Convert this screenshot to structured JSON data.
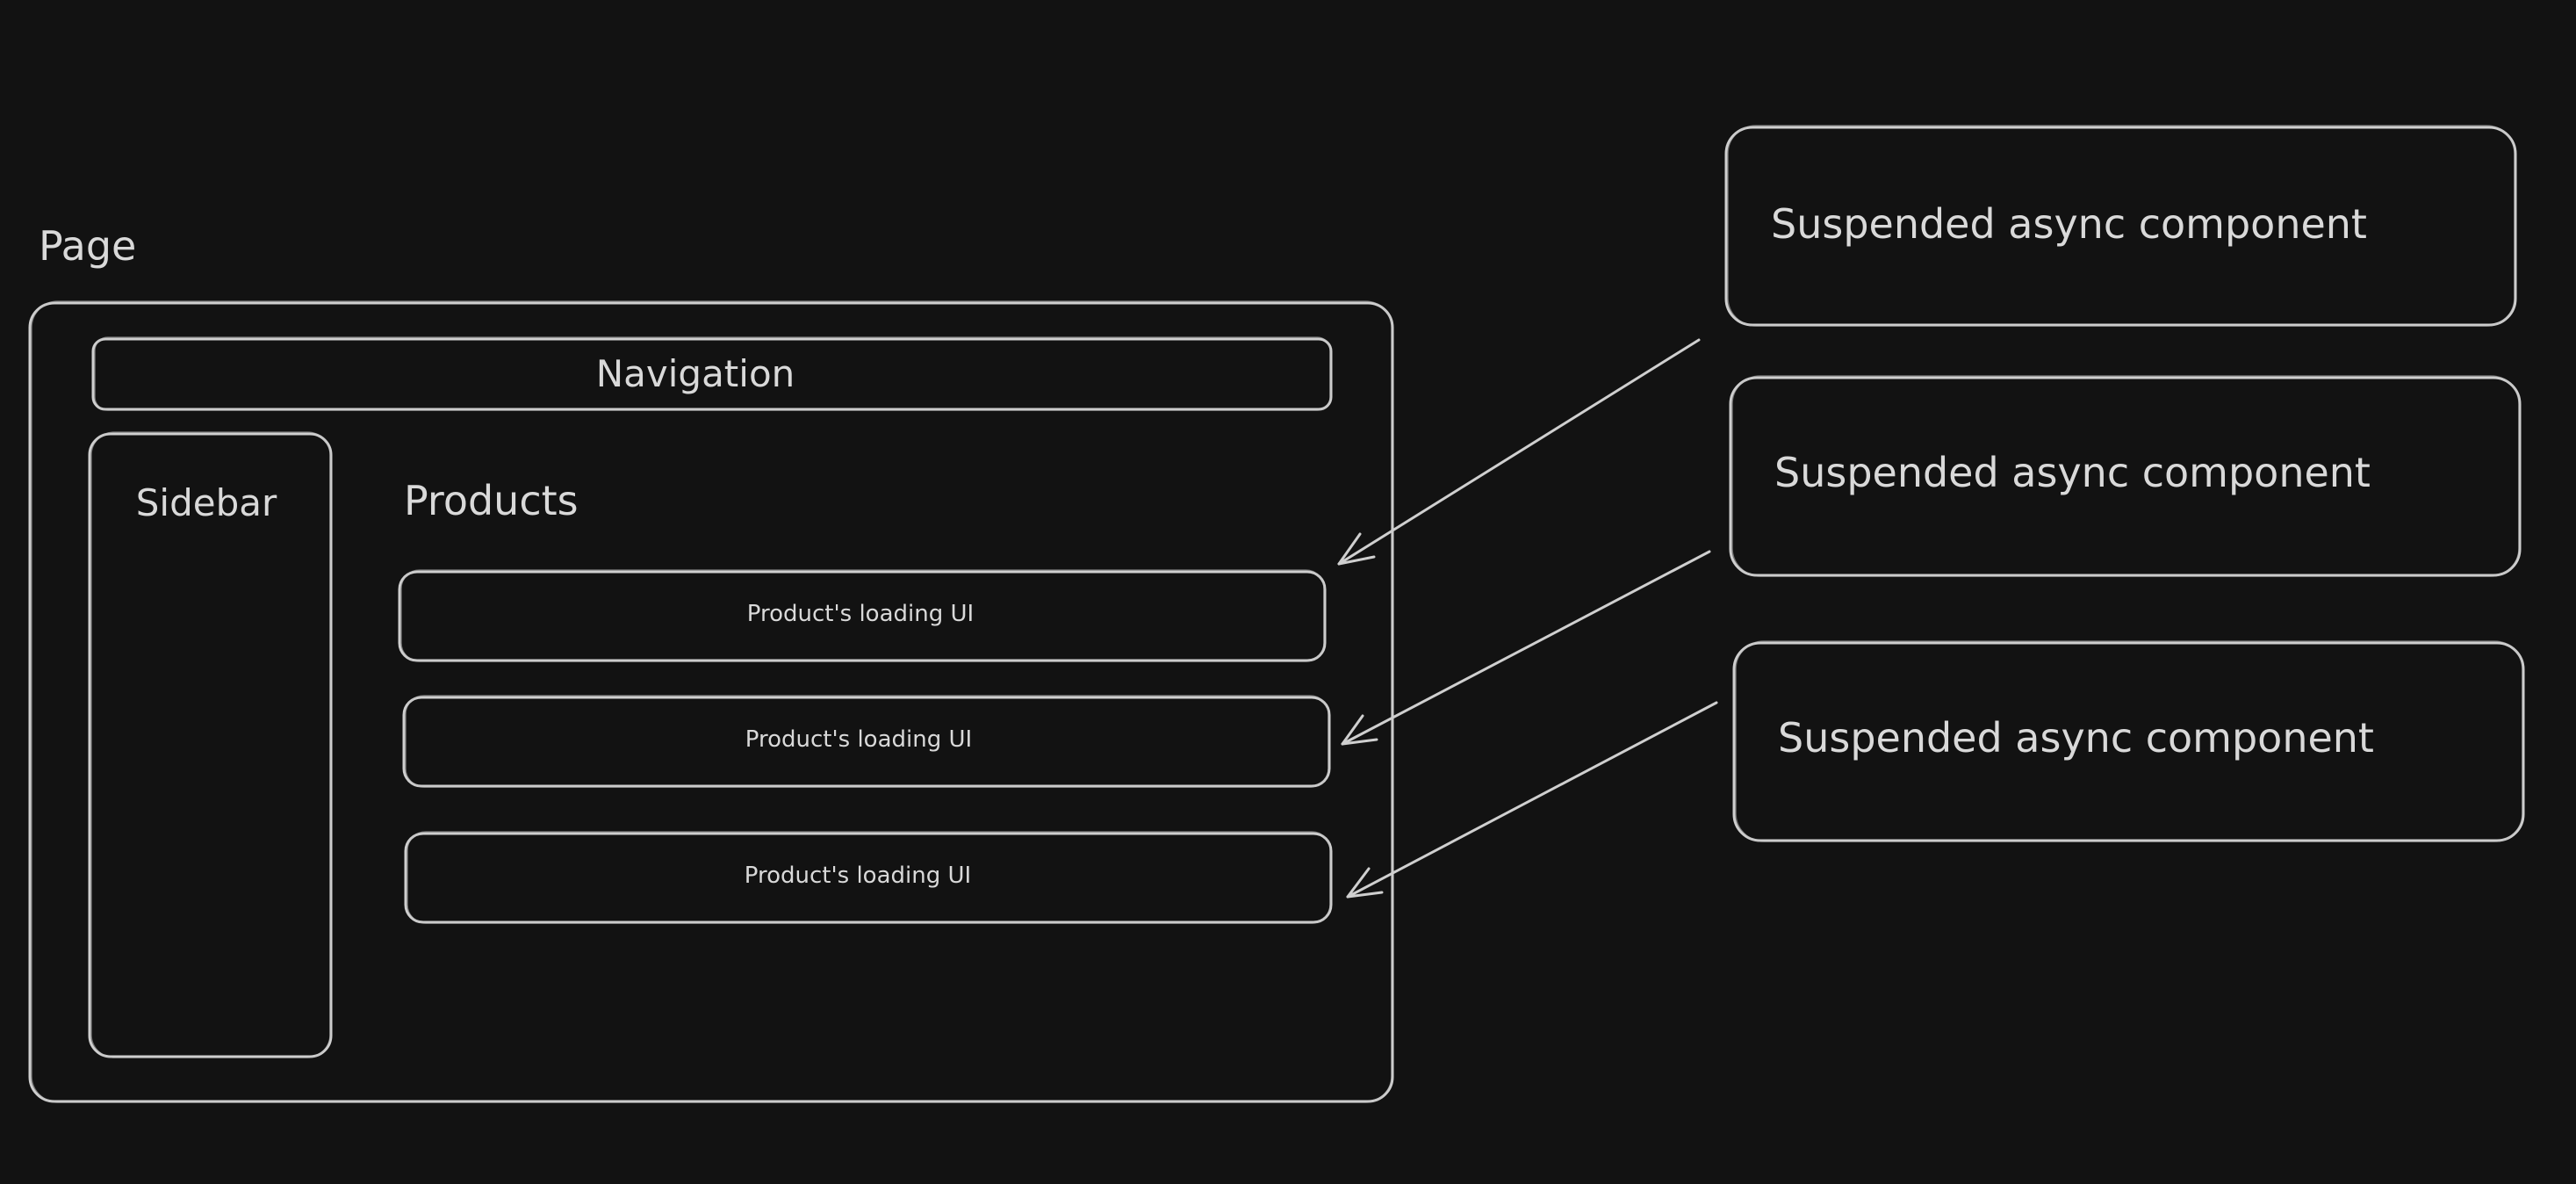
{
  "diagram": {
    "page_label": "Page",
    "navigation_label": "Navigation",
    "sidebar_label": "Sidebar",
    "products_label": "Products",
    "product_loading": [
      "Product's loading UI",
      "Product's loading UI",
      "Product's loading UI"
    ],
    "suspended": [
      "Suspended async component",
      "Suspended async component",
      "Suspended async component"
    ]
  },
  "colors": {
    "background": "#121212",
    "stroke": "#cfcfcf",
    "text": "#d9d9d9"
  }
}
